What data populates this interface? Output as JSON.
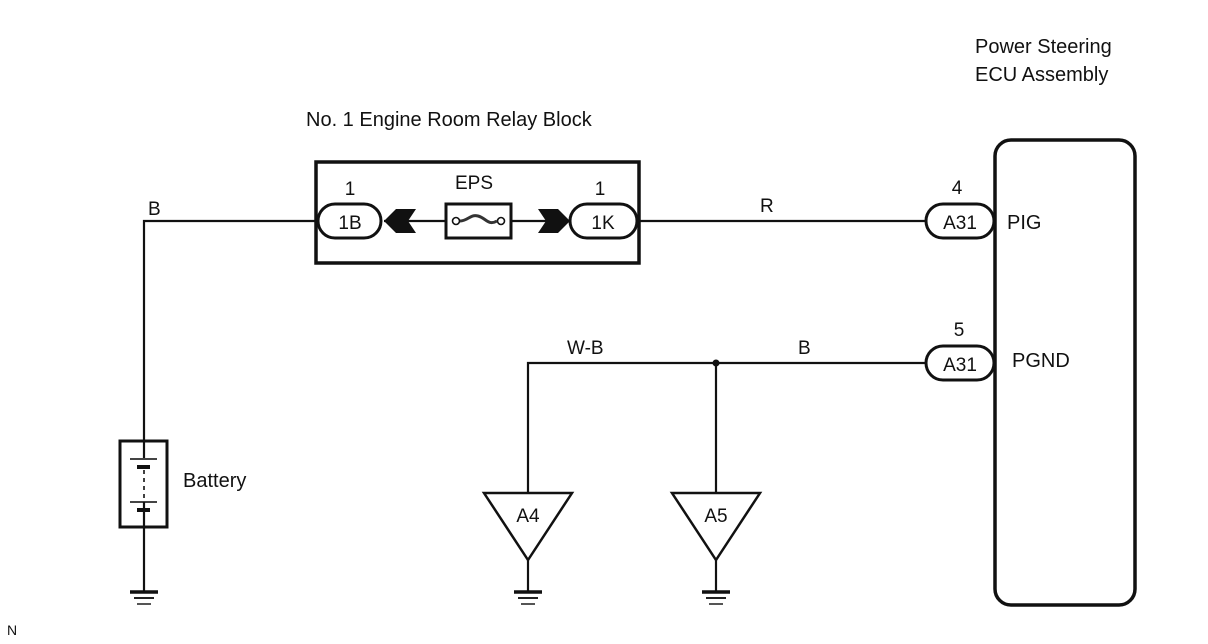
{
  "diagram": {
    "ecu": {
      "title_line1": "Power Steering",
      "title_line2": "ECU Assembly",
      "pins": [
        {
          "pin": "4",
          "connector": "A31",
          "terminal": "PIG"
        },
        {
          "pin": "5",
          "connector": "A31",
          "terminal": "PGND"
        }
      ]
    },
    "relay_block": {
      "title": "No. 1 Engine Room Relay Block",
      "fuse_label": "EPS",
      "left_connector": {
        "pin": "1",
        "label": "1B"
      },
      "right_connector": {
        "pin": "1",
        "label": "1K"
      }
    },
    "wires": {
      "battery_wire": "B",
      "pig_wire": "R",
      "ground_wire_left": "W-B",
      "ground_wire_right": "B"
    },
    "battery": {
      "label": "Battery"
    },
    "grounds": [
      {
        "label": "A4"
      },
      {
        "label": "A5"
      }
    ],
    "footer_code": "N"
  }
}
